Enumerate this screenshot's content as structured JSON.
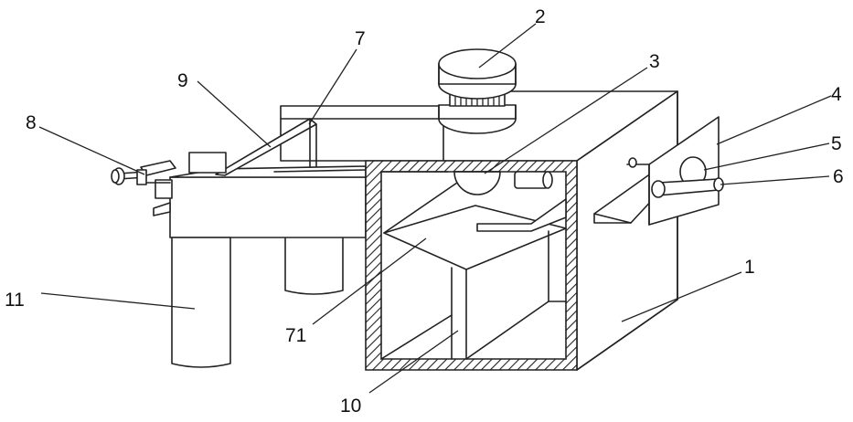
{
  "diagram": {
    "callouts": [
      {
        "id": "c1",
        "label": "1"
      },
      {
        "id": "c2",
        "label": "2"
      },
      {
        "id": "c3",
        "label": "3"
      },
      {
        "id": "c4",
        "label": "4"
      },
      {
        "id": "c5",
        "label": "5"
      },
      {
        "id": "c6",
        "label": "6"
      },
      {
        "id": "c7",
        "label": "7"
      },
      {
        "id": "c8",
        "label": "8"
      },
      {
        "id": "c9",
        "label": "9"
      },
      {
        "id": "c10",
        "label": "10"
      },
      {
        "id": "c11",
        "label": "11"
      },
      {
        "id": "c71",
        "label": "71"
      }
    ]
  }
}
